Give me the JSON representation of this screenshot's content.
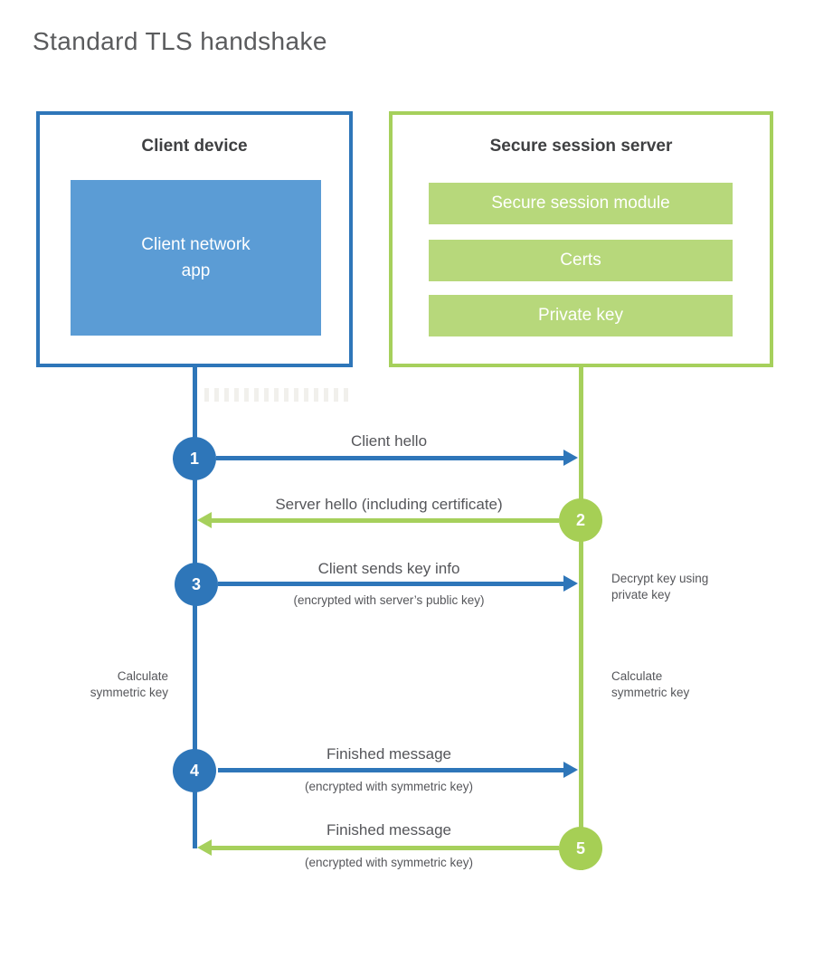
{
  "title": "Standard TLS handshake",
  "colors": {
    "blue": "#2e76b9",
    "blue_fill": "#5b9cd5",
    "green": "#a6d05c",
    "green_fill": "#b7d87b",
    "heading_text": "#3f4042",
    "body_text": "#55565a"
  },
  "client": {
    "title": "Client device",
    "module": "Client network\napp"
  },
  "server": {
    "title": "Secure session server",
    "modules": [
      "Secure session module",
      "Certs",
      "Private key"
    ]
  },
  "steps": [
    {
      "num": "1",
      "actor": "client",
      "direction": "right",
      "label": "Client hello",
      "sublabel": ""
    },
    {
      "num": "2",
      "actor": "server",
      "direction": "left",
      "label": "Server hello (including certificate)",
      "sublabel": ""
    },
    {
      "num": "3",
      "actor": "client",
      "direction": "right",
      "label": "Client sends key info",
      "sublabel": "(encrypted with server’s public key)"
    },
    {
      "num": "4",
      "actor": "client",
      "direction": "right",
      "label": "Finished message",
      "sublabel": "(encrypted with symmetric key)"
    },
    {
      "num": "5",
      "actor": "server",
      "direction": "left",
      "label": "Finished message",
      "sublabel": "(encrypted with symmetric key)"
    }
  ],
  "annotations": {
    "decrypt": "Decrypt key using\nprivate key",
    "calc_left": "Calculate\nsymmetric key",
    "calc_right": "Calculate\nsymmetric key"
  }
}
